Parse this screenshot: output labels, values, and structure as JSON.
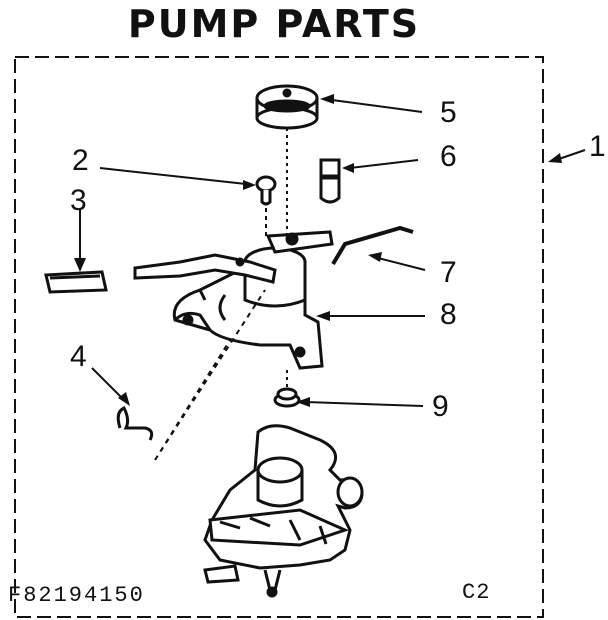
{
  "title": "PUMP PARTS",
  "callouts": {
    "c1": "1",
    "c2": "2",
    "c3": "3",
    "c4": "4",
    "c5": "5",
    "c6": "6",
    "c7": "7",
    "c8": "8",
    "c9": "9"
  },
  "footer": {
    "code": "F82194150",
    "sheet": "C2"
  }
}
